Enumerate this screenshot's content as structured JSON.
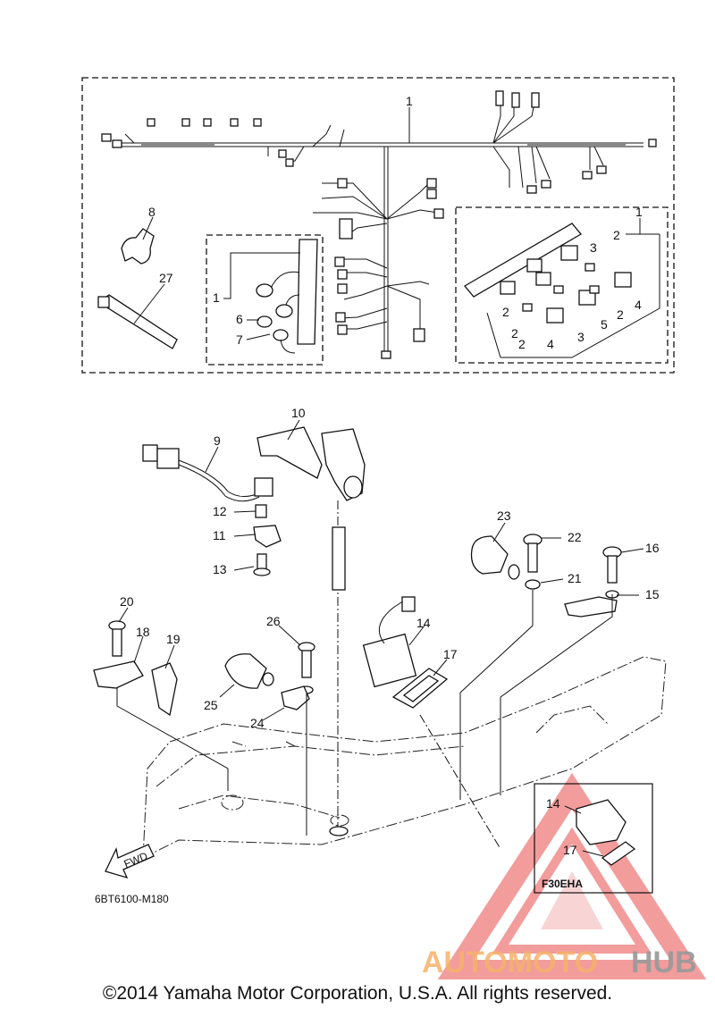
{
  "diagram": {
    "code": "6BT6100-M180",
    "fwd_label": "FWD",
    "inset_label": "F30EHA",
    "callouts": [
      "1",
      "2",
      "3",
      "4",
      "5",
      "6",
      "7",
      "8",
      "9",
      "10",
      "11",
      "12",
      "13",
      "14",
      "15",
      "16",
      "17",
      "18",
      "19",
      "20",
      "21",
      "22",
      "23",
      "24",
      "25",
      "26",
      "27"
    ]
  },
  "watermark": {
    "text_a": "AUTOMOTO",
    "text_b": "HUB",
    "color_a": "#f6b26b",
    "color_b": "#999999",
    "triangle_color": "#e84c4c"
  },
  "copyright": "©2014 Yamaha Motor Corporation, U.S.A. All rights reserved."
}
